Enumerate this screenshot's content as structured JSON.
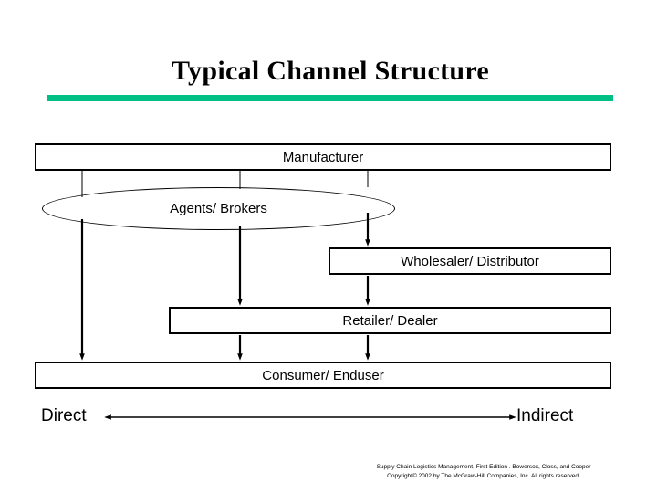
{
  "slide": {
    "title": "Typical Channel Structure",
    "accent_color": "#00bf86",
    "line_color": "#000000",
    "background": "#ffffff"
  },
  "diagram": {
    "type": "flow-diagram",
    "nodes": [
      {
        "id": "manufacturer",
        "label": "Manufacturer",
        "shape": "rectangle"
      },
      {
        "id": "agents",
        "label": "Agents/ Brokers",
        "shape": "ellipse"
      },
      {
        "id": "wholesaler",
        "label": "Wholesaler/ Distributor",
        "shape": "rectangle"
      },
      {
        "id": "retailer",
        "label": "Retailer/ Dealer",
        "shape": "rectangle"
      },
      {
        "id": "consumer",
        "label": "Consumer/ Enduser",
        "shape": "rectangle"
      }
    ],
    "channels": [
      {
        "name": "direct",
        "path": [
          "manufacturer",
          "consumer"
        ]
      },
      {
        "name": "via-retailer",
        "path": [
          "manufacturer",
          "retailer",
          "consumer"
        ]
      },
      {
        "name": "via-wholesaler",
        "path": [
          "manufacturer",
          "wholesaler",
          "retailer",
          "consumer"
        ]
      }
    ],
    "axis": {
      "left_label": "Direct",
      "right_label": "Indirect",
      "arrow": "double-headed"
    }
  },
  "footer": {
    "line1": "Supply Chain Logistics Management, First Edition . Bowersox, Closs, and Cooper",
    "line2": "Copyright© 2002 by The McGraw-Hill Companies, Inc. All rights reserved."
  }
}
